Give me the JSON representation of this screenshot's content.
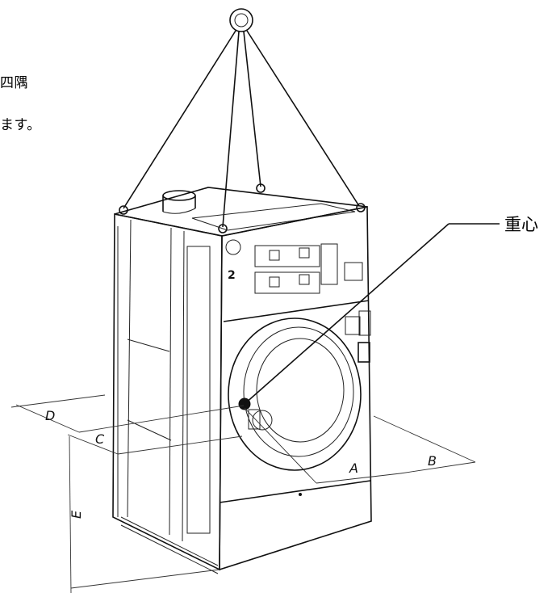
{
  "instruction_text": {
    "line1": "四隅",
    "line2": "ます。"
  },
  "labels": {
    "center_of_gravity": "重心",
    "A": "A",
    "B": "B",
    "C": "C",
    "D": "D",
    "E": "E"
  },
  "machine": {
    "unit_number": "2"
  },
  "colors": {
    "line": "#111111",
    "background": "#ffffff"
  }
}
